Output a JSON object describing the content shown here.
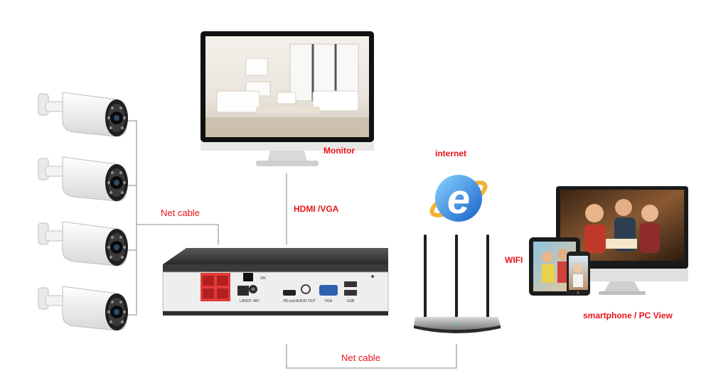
{
  "labels": {
    "monitor": "Monitor",
    "internet": "internet",
    "hdmi_vga": "HDMI /VGA",
    "net_cable_top": "Net cable",
    "net_cable_bottom": "Net cable",
    "wifi": "WIFI",
    "view": "smartphone / PC View"
  },
  "nvr_panel": {
    "poe_ports": "POE PORTS",
    "lan": "LAN",
    "power": "DC 48V",
    "hdmi": "HD port",
    "audio": "AUDIO OUT",
    "vga": "VGA",
    "usb": "USB",
    "switch": "ON"
  },
  "colors": {
    "label_red": "#e8141b",
    "cable_gray": "#a0a0a0",
    "poe_red": "#e23a3a"
  }
}
